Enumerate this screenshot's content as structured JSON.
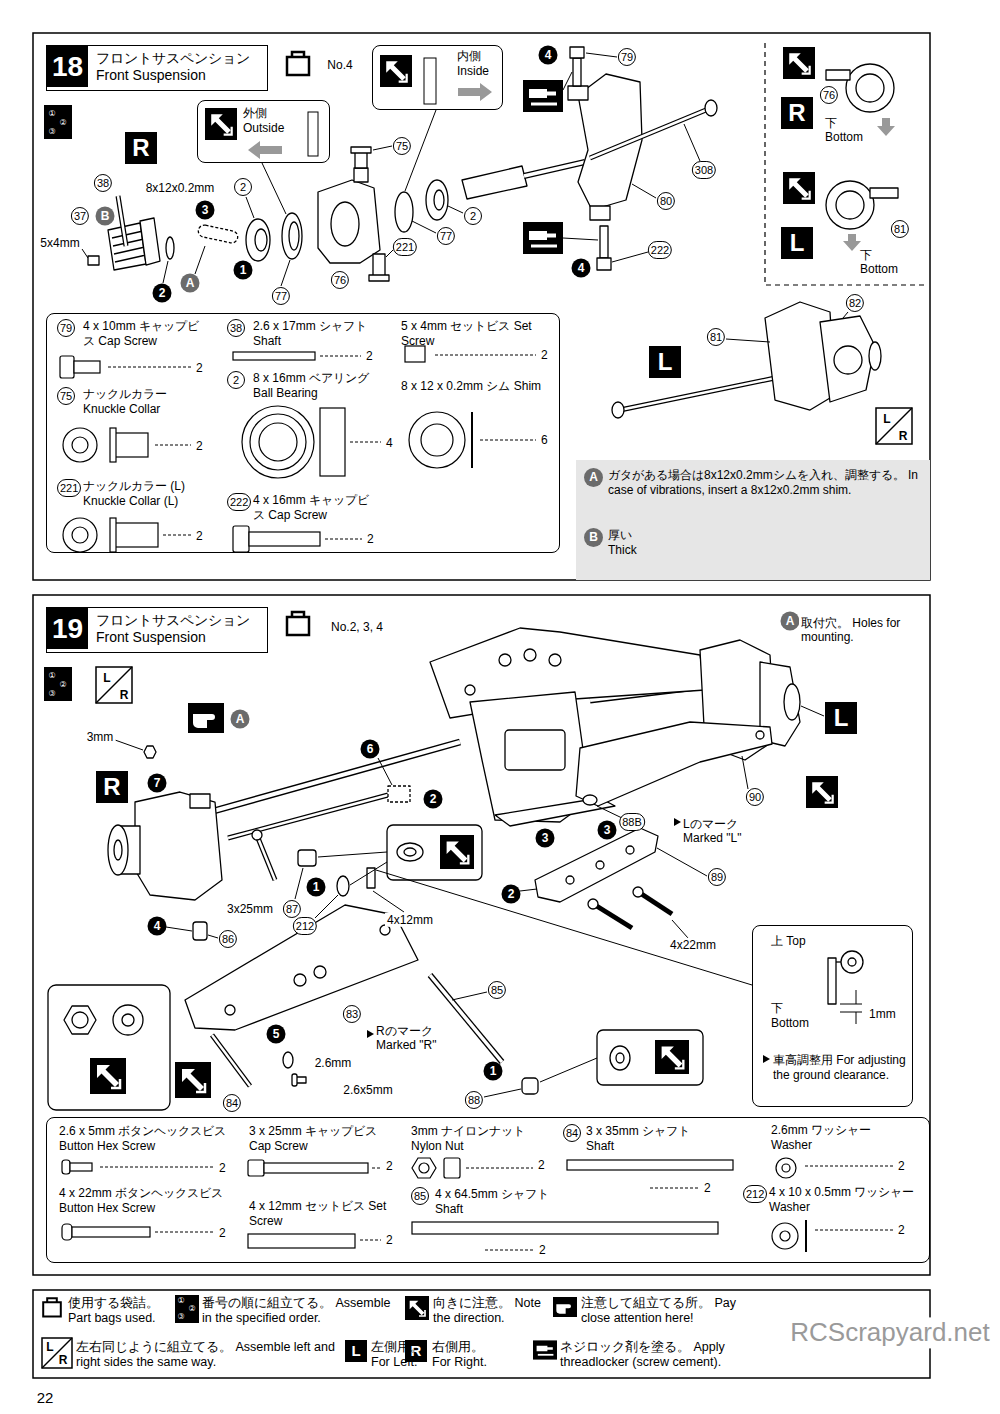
{
  "diagram": {
    "nodes": [
      {
        "text": [
          "18",
          "フロントサスペンション Front Suspension"
        ]
      },
      {
        "text": [
          "外側 Outside"
        ]
      },
      {
        "text": [
          "内側 Inside"
        ]
      },
      {
        "text": [
          "79",
          "4 x 10mm キャップビス Cap Screw",
          "2",
          "75",
          "ナックルカラー Knuckle Collar",
          "2",
          "221",
          "ナックルカラー (L) Knuckle Collar (L)",
          "2",
          "38",
          "2.6 x 17mm シャフト Shaft",
          "2",
          "2",
          "8 x 16mm ベアリング Ball Bearing",
          "4",
          "222",
          "4 x 16mm キャップビス Cap Screw",
          "2",
          "5 x 4mm セットビス Set Screw",
          "2",
          "8 x 12 x 0.2mm シム Shim",
          "6"
        ]
      },
      {
        "text": [
          "A",
          "ガタがある場合は8x12x0.2mmシムを入れ、調整する。 In case of vibrations, insert a 8x12x0.2mm shim.",
          "B",
          "厚い Thick"
        ]
      },
      {
        "text": [
          "19",
          "フロントサスペンション Front Suspension"
        ]
      },
      {
        "text": [
          "上 Top",
          "下 Bottom",
          "1mm",
          "車高調整用 For adjusting the ground clearance."
        ]
      },
      {
        "text": [
          "2.6 x 5mm ボタンヘックスビス Button Hex Screw",
          "2",
          "4 x 22mm ボタンヘックスビス Button Hex Screw",
          "2",
          "3 x 25mm キャップビス Cap Screw",
          "2",
          "4 x 12mm セットビス Set Screw",
          "2",
          "3mm ナイロンナット Nylon Nut",
          "2",
          "84",
          "3 x 35mm シャフト Shaft",
          "2",
          "85",
          "4 x 64.5mm シャフト Shaft",
          "2",
          "2.6mm ワッシャー Washer",
          "2",
          "212",
          "4 x 10 x 0.5mm ワッシャー Washer",
          "2"
        ]
      }
    ],
    "labels": [
      "①",
      "②",
      "③",
      "No.4",
      "R",
      "4",
      "79",
      "75",
      "308",
      "80",
      "2",
      "2",
      "77",
      "77",
      "76",
      "221",
      "222",
      "4",
      "38",
      "8x12x0.2mm",
      "3",
      "37",
      "B",
      "5x4mm",
      "1",
      "2",
      "A",
      "R",
      "76",
      "下 Bottom",
      "L",
      "81",
      "下 Bottom",
      "81",
      "82",
      "L",
      "L",
      "R",
      "①",
      "②",
      "③",
      "L",
      "R",
      "No.2, 3, 4",
      "A",
      "取付穴。 Holes for mounting.",
      "3mm",
      "7",
      "R",
      "A",
      "6",
      "2",
      "L",
      "90",
      "3",
      "3",
      "88B",
      "Lのマーク Marked \"L\"",
      "89",
      "2",
      "4x22mm",
      "3x25mm",
      "87",
      "1",
      "212",
      "4x12mm",
      "4",
      "86",
      "83",
      "Rのマーク Marked \"R\"",
      "85",
      "5",
      "2.6mm",
      "2.6x5mm",
      "1",
      "88",
      "84",
      "①",
      "②",
      "③",
      "L",
      "R",
      "L",
      "R",
      "RCScrapyard.net",
      "22"
    ],
    "legend": [
      {
        "text": "使用する袋詰。 Part bags used."
      },
      {
        "text": "番号の順に組立てる。 Assemble in the specified order."
      },
      {
        "text": "向きに注意。 Note the direction."
      },
      {
        "text": "注意して組立てる所。 Pay close attention here!"
      },
      {
        "text": "左右同じように組立てる。 Assemble left and right sides the same way."
      },
      {
        "text": "左側用。 For Left."
      },
      {
        "text": "右側用。 For Right."
      },
      {
        "text": "ネジロック剤を塗る。 Apply threadlocker (screw cement)."
      }
    ]
  }
}
